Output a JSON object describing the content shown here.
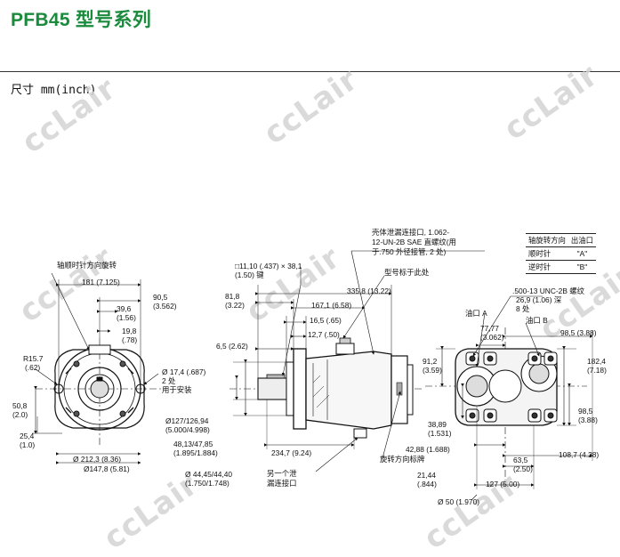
{
  "title": {
    "model": "PFB45",
    "series": "型号系列"
  },
  "units": "尺寸 mm(inch)",
  "watermark": "ccLair",
  "rotation_table": {
    "header": [
      "轴旋转方向",
      "出油口"
    ],
    "rows": [
      [
        "顺时针",
        "\"A\""
      ],
      [
        "逆时针",
        "\"B\""
      ]
    ]
  },
  "front_view": {
    "rotation_note": "轴顺时针方向旋转",
    "d181": "181 (7.125)",
    "d90": "90,5",
    "d90b": "(3.562)",
    "d39": "39,6",
    "d39b": "(1.56)",
    "d19": "19,8",
    "d19b": "(.78)",
    "r15": "R15.7",
    "r15b": "(.62)",
    "hole1": "Ø 17,4 (.687)",
    "hole2": "2 处",
    "hole3": "用于安装",
    "d50": "50,8",
    "d50b": "(2.0)",
    "d25": "25,4",
    "d25b": "(1.0)",
    "dia212": "Ø 212,3 (8.36)",
    "dia147": "Ø147,8 (5.81)"
  },
  "side_view": {
    "key1": "□11,10 (.437) × 38,1",
    "key2": "(1.50) 键",
    "d81": "81,8",
    "d81b": "(3.22)",
    "d335": "335,8 (13.22)",
    "d167": "167,1 (6.58)",
    "d16": "16,5 (.65)",
    "d12": "12,7 (.50)",
    "d6": "6,5 (2.62)",
    "dia127a": "Ø127/126,94",
    "dia127b": "(5.000/4.998)",
    "d48a": "48,13/47,85",
    "d48b": "(1.895/1.884)",
    "dia44a": "Ø 44,45/44,40",
    "dia44b": "(1.750/1.748)",
    "d234": "234,7 (9.24)",
    "drain1": "壳体泄漏连接口, 1.062-",
    "drain2": "12-UN-2B SAE 直螺纹(用",
    "drain3": "于.750 外径接管, 2 处)",
    "model_tag": "型号标于此处",
    "other1": "另一个泄",
    "other2": "漏连接口",
    "arrow_tag": "旋转方向标牌"
  },
  "rear_view": {
    "thread1": ".500-13 UNC-2B 螺纹",
    "thread2": "26,9 (1.06) 深",
    "thread3": "8 处",
    "portA": "油口 A",
    "portB": "油口 B",
    "d77": "77,77",
    "d77b": "(3.062)",
    "d98top": "98,5 (3.88)",
    "d91": "91,2",
    "d91b": "(3.59)",
    "d182": "182,4",
    "d182b": "(7.18)",
    "d98": "98,5",
    "d98b": "(3.88)",
    "d38": "38,89",
    "d38b": "(1.531)",
    "d42": "42,88 (1.688)",
    "d108": "108,7 (4.28)",
    "d63": "63,5",
    "d63b": "(2.50)",
    "d21": "21,44",
    "d21b": "(.844)",
    "d127": "127 (5.00)",
    "dia50": "Ø 50 (1.970)"
  }
}
